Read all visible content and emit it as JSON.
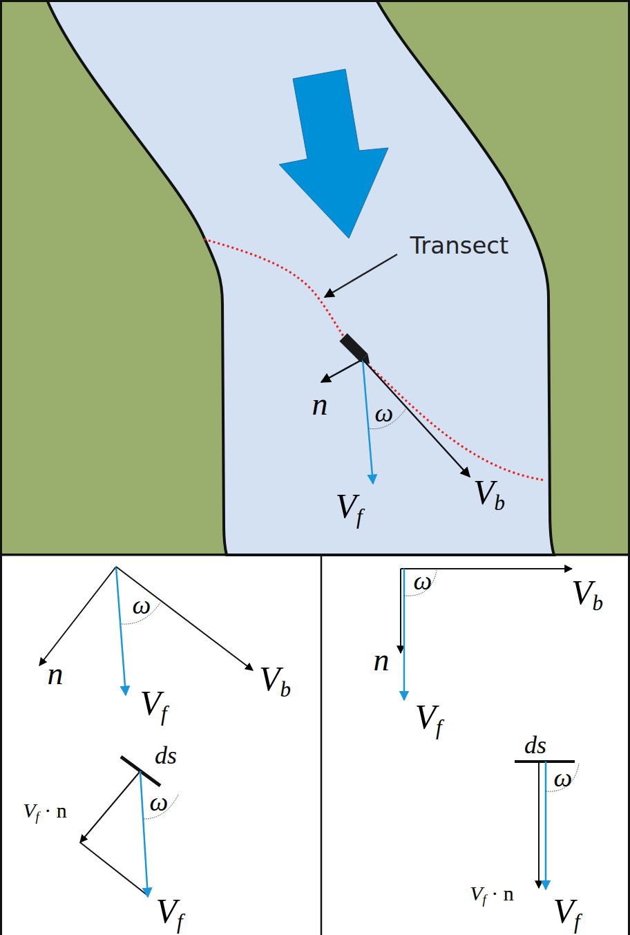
{
  "diagram": {
    "labels": [
      "Transect",
      "n",
      "ω",
      "Vf",
      "Vb",
      "ω",
      "n",
      "Vf",
      "Vb",
      "ds",
      "ω",
      "Vf · n",
      "Vf",
      "ω",
      "Vb",
      "n",
      "Vf",
      "ds",
      "ω",
      "Vf · n",
      "Vf"
    ]
  }
}
